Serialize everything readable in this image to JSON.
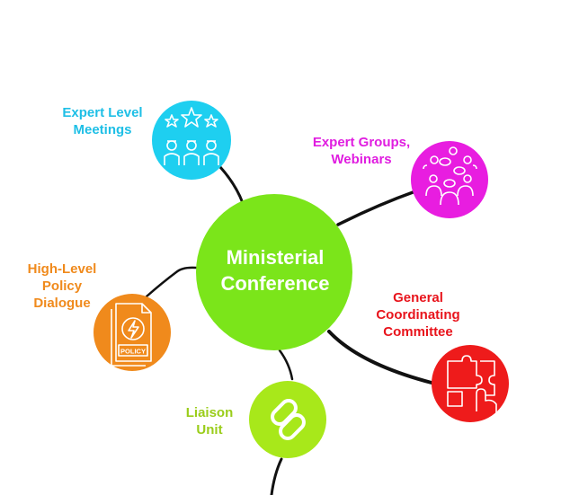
{
  "center": {
    "label": "Ministerial\nConference",
    "color": "#7BE51A"
  },
  "nodes": [
    {
      "label": "Expert Level\nMeetings",
      "color": "#1ECFF0",
      "icon": "meeting-people-stars-icon"
    },
    {
      "label": "Expert Groups,\nWebinars",
      "color": "#E81DE0",
      "icon": "group-discussion-icon"
    },
    {
      "label": "High-Level\nPolicy\nDialogue",
      "color": "#F08A1C",
      "icon": "policy-document-icon",
      "icon_text": "POLICY"
    },
    {
      "label": "General\nCoordinating\nCommittee",
      "color": "#EE1B1B",
      "icon": "puzzle-hand-icon"
    },
    {
      "label": "Liaison\nUnit",
      "color": "#A8E81A",
      "icon": "chain-link-icon"
    }
  ],
  "label_colors": [
    "#1EBFE6",
    "#E01DE0",
    "#F08A1C",
    "#E8141C",
    "#9ACD1A"
  ],
  "connector_color": "#111111"
}
